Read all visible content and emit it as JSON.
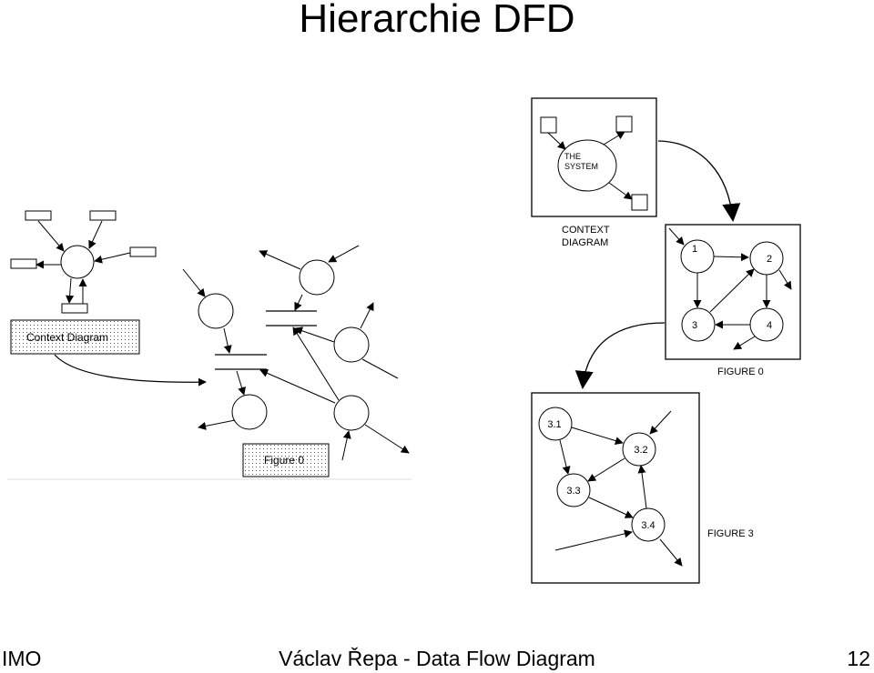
{
  "slide": {
    "title": "Hierarchie DFD",
    "footer_left": "IMO",
    "footer_center": "Václav Řepa - Data Flow Diagram",
    "footer_right": "12"
  },
  "left_figure": {
    "context_label": "Context Diagram",
    "figure_label": "Figure 0"
  },
  "context_panel": {
    "process_line1": "THE",
    "process_line2": "SYSTEM",
    "caption_line1": "CONTEXT",
    "caption_line2": "DIAGRAM"
  },
  "figure0_panel": {
    "nodes": [
      "1",
      "2",
      "3",
      "4"
    ],
    "caption": "FIGURE 0"
  },
  "figure3_panel": {
    "nodes": [
      "3.1",
      "3.2",
      "3.3",
      "3.4"
    ],
    "caption": "FIGURE 3"
  }
}
